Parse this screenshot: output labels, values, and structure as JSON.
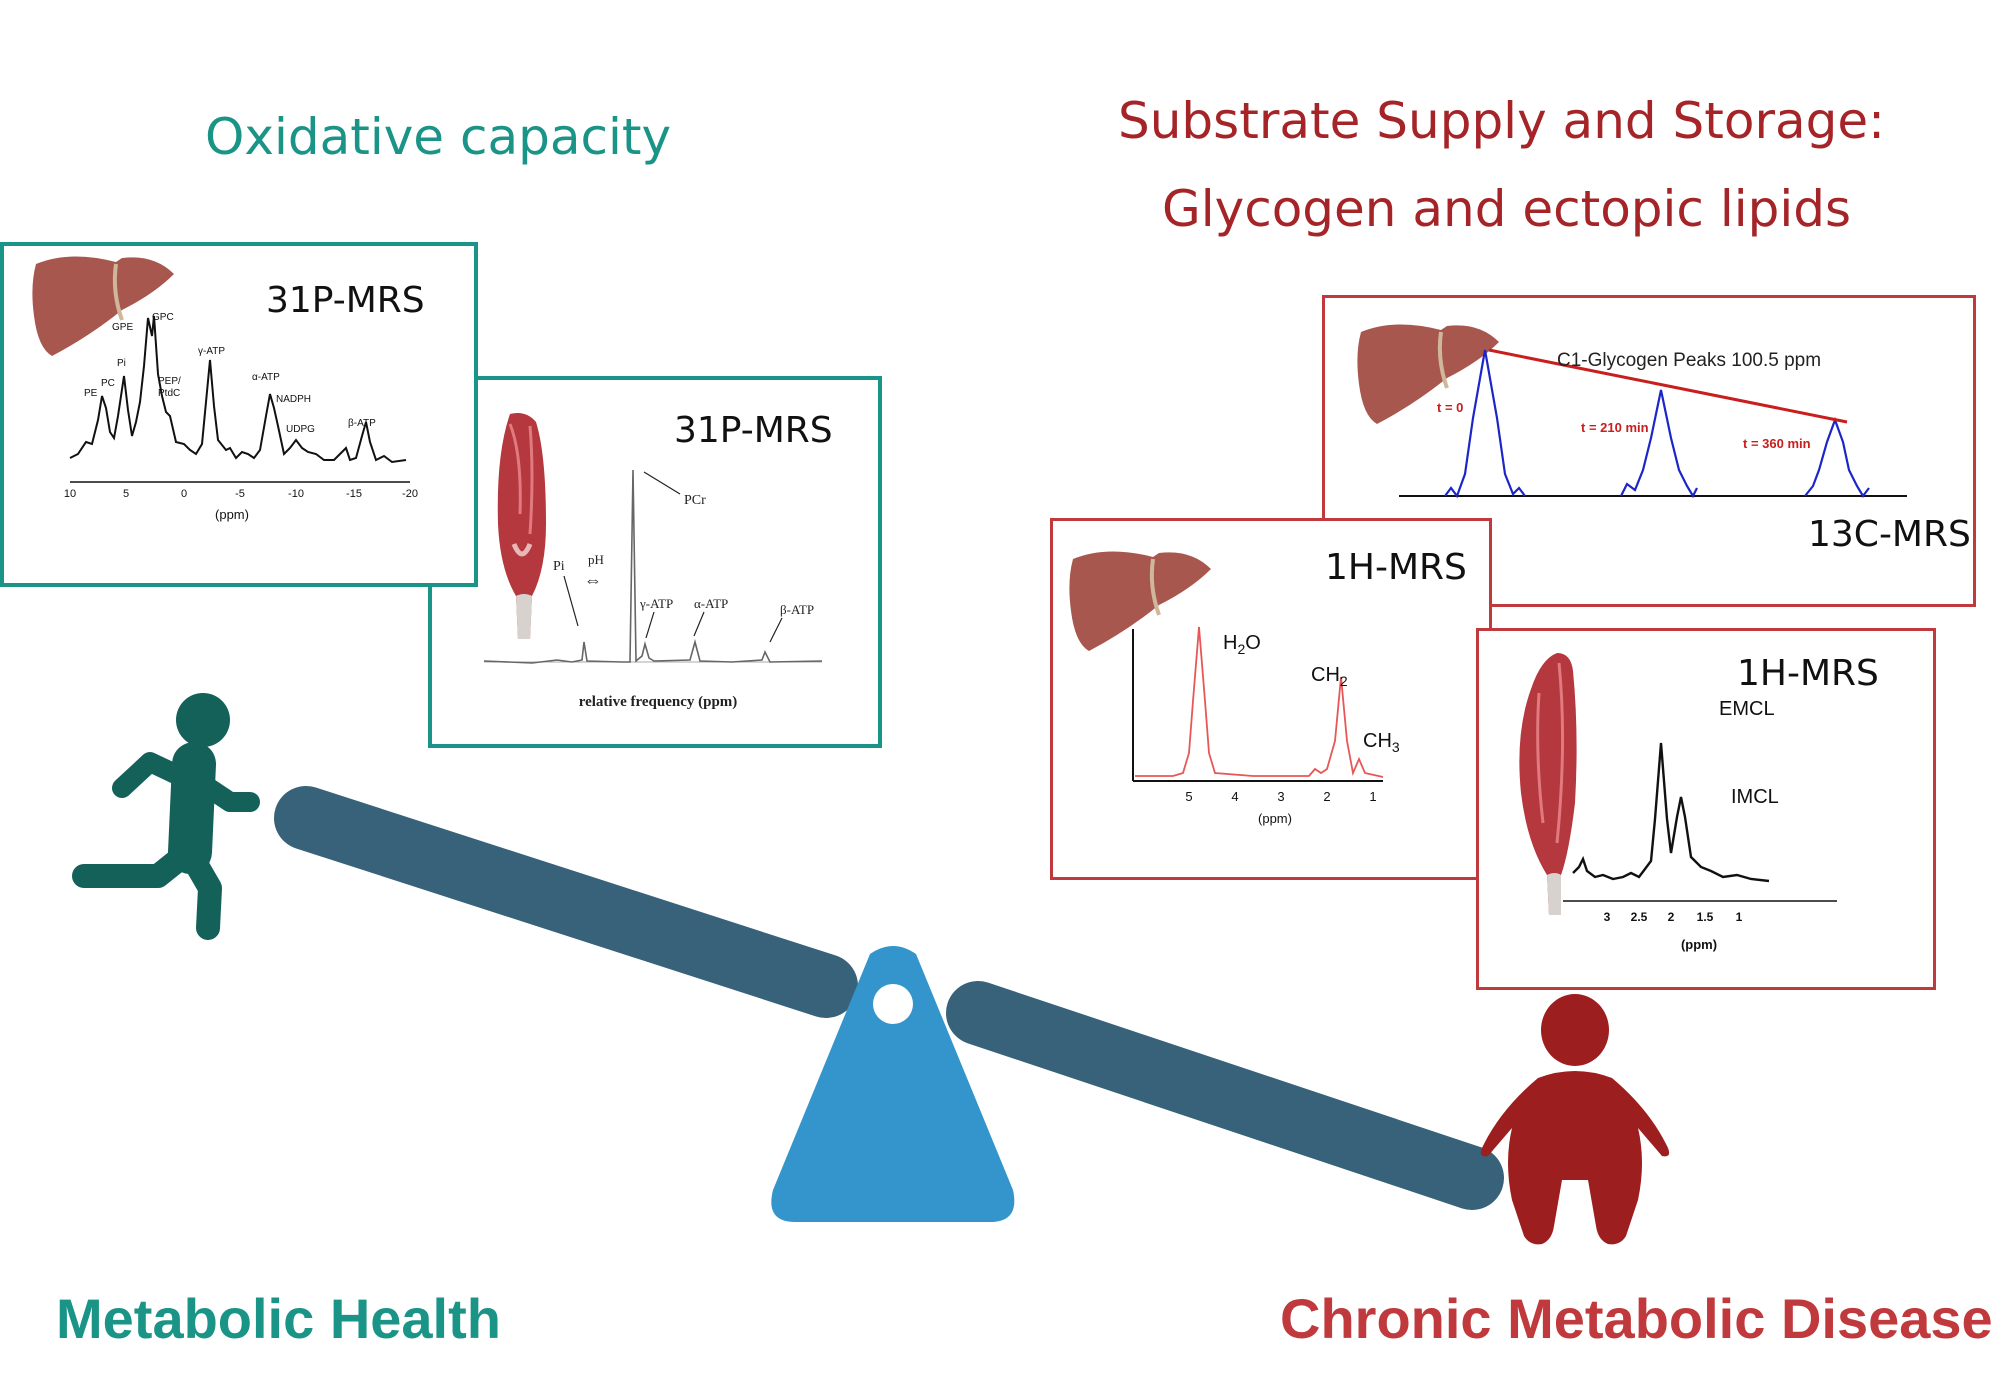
{
  "left": {
    "heading": "Oxidative capacity",
    "panel_liver_31p": {
      "label": "31P-MRS",
      "peaks": [
        "PE",
        "PC",
        "Pi",
        "GPE",
        "GPC",
        "PEP/",
        "PtdC",
        "γ-ATP",
        "α-ATP",
        "NADPH",
        "UDPG",
        "β-ATP"
      ],
      "ticks": [
        "10",
        "5",
        "0",
        "-5",
        "-10",
        "-15",
        "-20"
      ],
      "axis_label": "(ppm)"
    },
    "panel_muscle_31p": {
      "label": "31P-MRS",
      "peaks": [
        "PCr",
        "Pi",
        "pH",
        "γ-ATP",
        "α-ATP",
        "β-ATP"
      ],
      "axis_label": "relative frequency (ppm)"
    },
    "bottom_label": "Metabolic Health"
  },
  "right": {
    "heading_line1": "Substrate Supply and Storage:",
    "heading_line2": "Glycogen and ectopic lipids",
    "panel_13c": {
      "label": "13C-MRS",
      "title": "C1-Glycogen Peaks 100.5 ppm",
      "times": [
        "t = 0",
        "t = 210 min",
        "t = 360 min"
      ]
    },
    "panel_liver_1h": {
      "label": "1H-MRS",
      "peaks": [
        "H2O",
        "CH2",
        "CH3"
      ],
      "ticks": [
        "5",
        "4",
        "3",
        "2",
        "1"
      ],
      "axis_label": "(ppm)"
    },
    "panel_muscle_1h": {
      "label": "1H-MRS",
      "peaks": [
        "EMCL",
        "IMCL"
      ],
      "ticks": [
        "3",
        "2.5",
        "2",
        "1.5",
        "1"
      ],
      "axis_label": "(ppm)"
    },
    "bottom_label": "Chronic Metabolic Disease"
  },
  "colors": {
    "teal": "#1a9486",
    "runner": "#136159",
    "red": "#a52428",
    "beam": "#37627a",
    "fulcrum": "#3494cc"
  },
  "icons": [
    "liver-icon",
    "muscle-icon",
    "runner-icon",
    "person-icon",
    "seesaw-fulcrum"
  ]
}
